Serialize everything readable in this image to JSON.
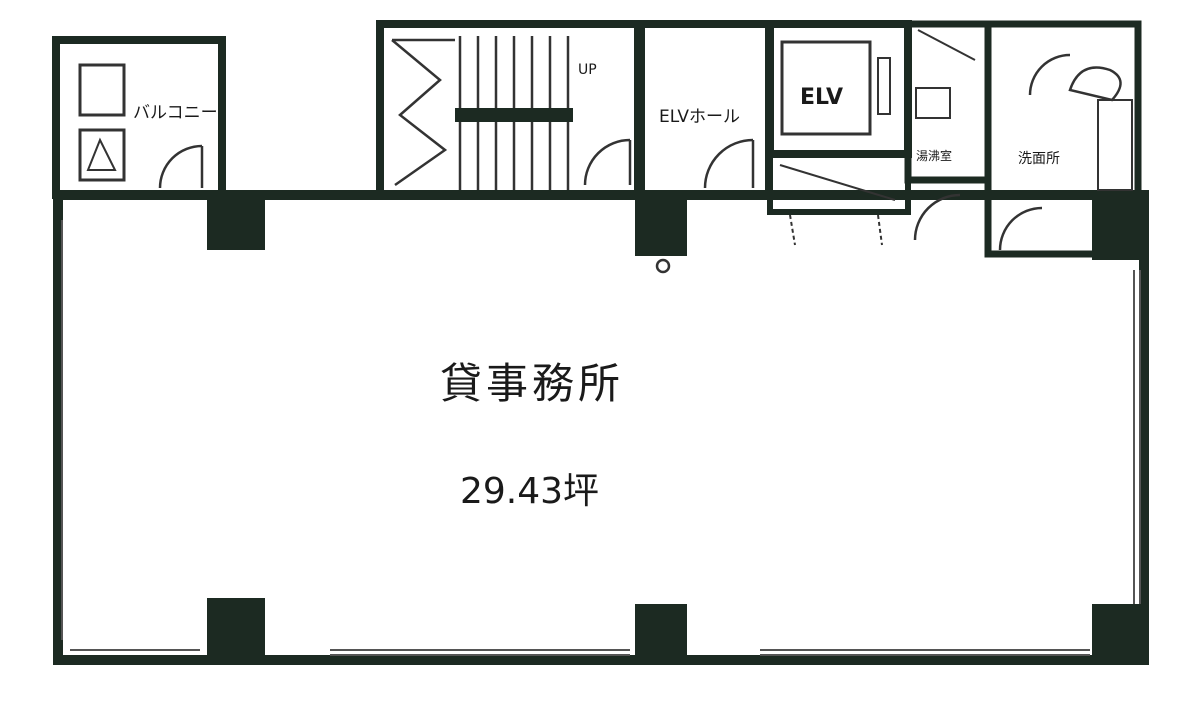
{
  "rooms": {
    "balcony": "バルコニー",
    "stairs_up": "UP",
    "elv_hall": "ELVホール",
    "elv": "ELV",
    "kitchenette": "湯沸室",
    "washroom": "洗面所",
    "office_name": "貸事務所",
    "office_area": "29.43坪"
  },
  "colors": {
    "wall": "#1c2a22",
    "line": "#2a2a2a",
    "background": "#ffffff"
  }
}
